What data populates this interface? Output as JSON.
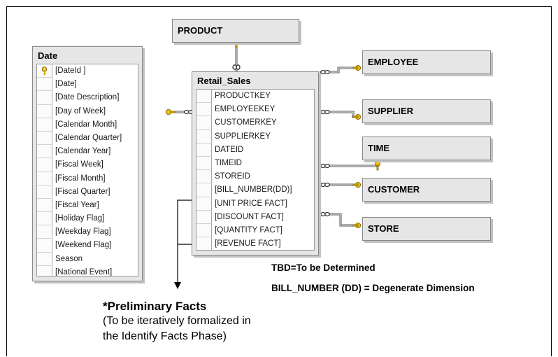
{
  "tables": {
    "date": {
      "title": "Date",
      "columns": [
        "[DateId ]",
        "[Date]",
        "[Date Description]",
        "[Day of Week]",
        "[Calendar Month]",
        "[Calendar Quarter]",
        "[Calendar Year]",
        "[Fiscal Week]",
        "[Fiscal Month]",
        "[Fiscal Quarter]",
        "[Fiscal Year]",
        "[Holiday Flag]",
        "[Weekday Flag]",
        "[Weekend Flag]",
        "Season",
        "[National Event]"
      ],
      "key_column_index": 0
    },
    "retail_sales": {
      "title": "Retail_Sales",
      "columns": [
        "PRODUCTKEY",
        "EMPLOYEEKEY",
        "CUSTOMERKEY",
        "SUPPLIERKEY",
        "DATEID",
        "TIMEID",
        "STOREID",
        "[BILL_NUMBER(DD)]",
        "[UNIT PRICE FACT]",
        "[DISCOUNT FACT]",
        "[QUANTITY FACT]",
        "[REVENUE FACT]"
      ]
    },
    "product": {
      "title": "PRODUCT"
    },
    "employee": {
      "title": "EMPLOYEE"
    },
    "supplier": {
      "title": "SUPPLIER"
    },
    "time": {
      "title": "TIME"
    },
    "customer": {
      "title": "CUSTOMER"
    },
    "store": {
      "title": "STORE"
    }
  },
  "notes": {
    "tbd": "TBD=To be Determined",
    "degenerate": "BILL_NUMBER (DD) = Degenerate Dimension"
  },
  "preliminary": {
    "heading": "*Preliminary Facts",
    "line1": "(To be iteratively formalized in",
    "line2": "the Identify Facts Phase)"
  },
  "colors": {
    "table_bg": "#e6e6e6",
    "key_gold": "#f0c000",
    "line": "#555555"
  }
}
